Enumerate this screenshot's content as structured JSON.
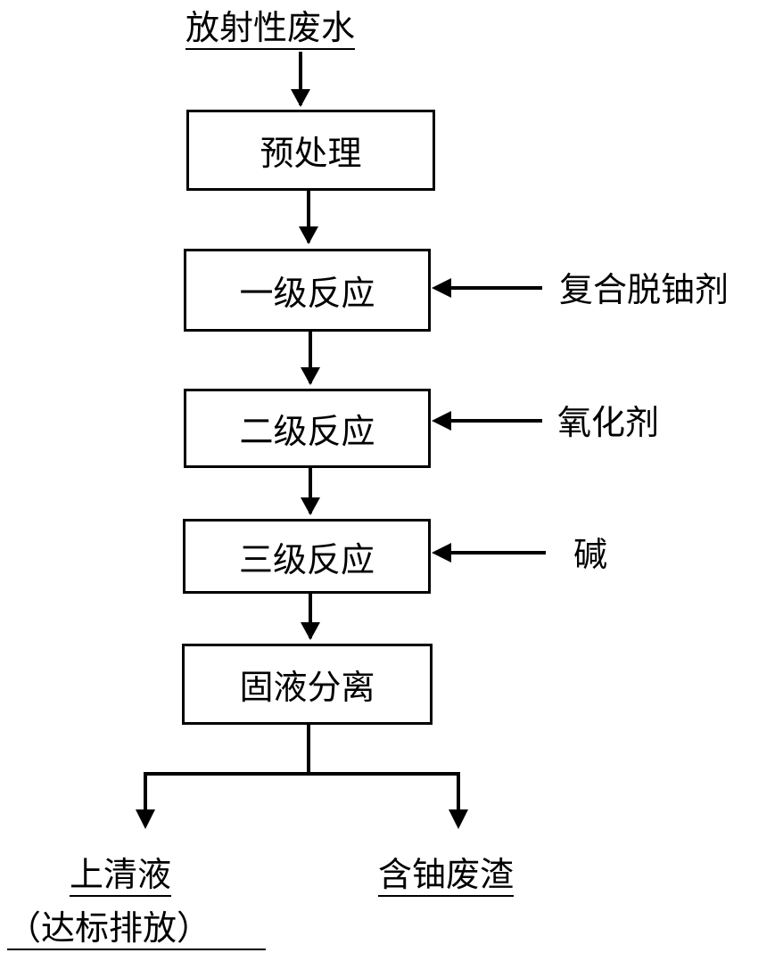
{
  "input": {
    "label": "放射性废水"
  },
  "steps": {
    "pretreatment": "预处理",
    "reaction1": "一级反应",
    "reaction2": "二级反应",
    "reaction3": "三级反应",
    "separation": "固液分离"
  },
  "reagents": {
    "r1": "复合脱铀剂",
    "r2": "氧化剂",
    "r3": "碱"
  },
  "outputs": {
    "supernatant": "上清液",
    "supernatant_note": "（达标排放）",
    "residue": "含铀废渣"
  }
}
